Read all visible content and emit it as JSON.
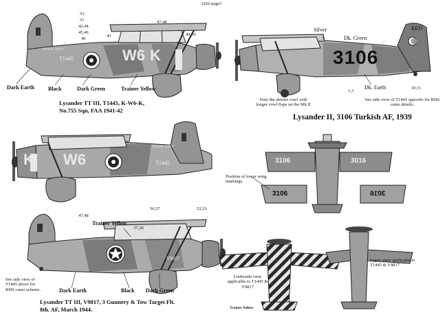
{
  "header": {
    "page_ref": "3202-page1"
  },
  "profile_1": {
    "callouts": [
      "53",
      "51",
      "42,44",
      "45,46",
      "40",
      "43",
      "47,48",
      "49,50"
    ],
    "color_labels": [
      "Dark Earth",
      "Black",
      "Dark Green",
      "Trainer Yellow"
    ],
    "markings": {
      "serial": "T1445",
      "navy": "ROYAL NAVY",
      "code": "W6",
      "code_letter": "K"
    },
    "caption": [
      "Lysander TT III, T1445, K-W6-K,",
      "No.755 Sqn, FAA 1941-42"
    ]
  },
  "profile_2": {
    "markings": {
      "serial": "T1445",
      "navy": "ROYAL NAVY",
      "code": "W6",
      "code_letter": "K"
    }
  },
  "profile_3": {
    "callouts": [
      "47,48",
      "56,57",
      "52,53",
      "37,38"
    ],
    "color_labels": [
      "Trainer Yellow",
      "Dark Earth",
      "Black",
      "Dark Green"
    ],
    "markings": {
      "serial": "V9817"
    },
    "side_note": "See side view of T1445 above for RHS camo scheme.",
    "caption": [
      "Lysander TT III, V9817, 3 Gunnery & Tow Target Flt.",
      "8th. AF, March 1944."
    ]
  },
  "turkish": {
    "color_labels": [
      "Silver",
      "Dk. Green",
      "RED",
      "Dk. Earth"
    ],
    "callouts": [
      "1,3",
      "10,11"
    ],
    "markings": {
      "number": "3106"
    },
    "note_right": "See side view of T1445 opposite for RHS camo details.",
    "note_left": "Note the shorter cowl with longer cowl flaps on the Mk.II",
    "caption": "Lysander II, 3106 Turkish AF, 1939"
  },
  "planform": {
    "wing_numbers": [
      "3106",
      "3016",
      "3106",
      "3016"
    ],
    "position_note": "Position of lower wing markings."
  },
  "underside": {
    "underside_note": "Underside view applicable to T1445 & V9817",
    "upper_note": "Upper view applicable to T1445 & V9817",
    "color_label": "Trainer Yellow"
  },
  "colors": {
    "camo_grey": "#a9a9a9",
    "camo_dark": "#6e6e6e",
    "camo_mid": "#8e8e8e",
    "light": "#d8d8d8",
    "ink": "#111111"
  }
}
